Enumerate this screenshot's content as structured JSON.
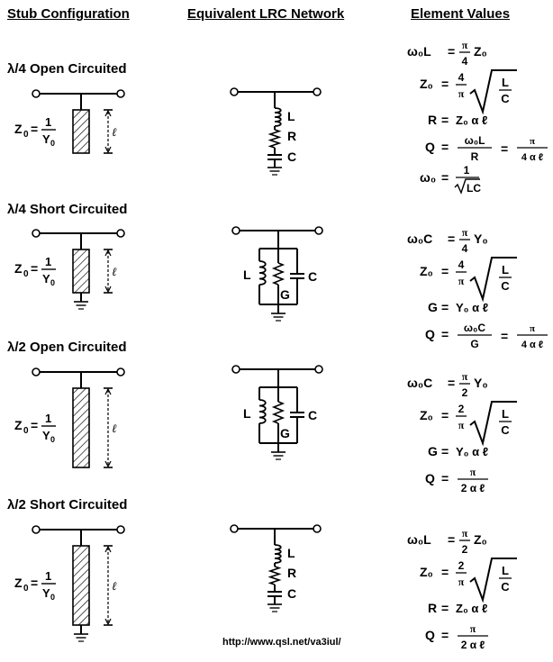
{
  "headers": {
    "stub": "Stub Configuration",
    "network": "Equivalent LRC Network",
    "values": "Element Values"
  },
  "sections": [
    {
      "title": "λ/4 Open Circuited",
      "stub_long": false,
      "shorted": false,
      "network": "series"
    },
    {
      "title": "λ/4 Short Circuited",
      "stub_long": false,
      "shorted": true,
      "network": "parallel"
    },
    {
      "title": "λ/2 Open Circuited",
      "stub_long": true,
      "shorted": false,
      "network": "parallel"
    },
    {
      "title": "λ/2 Short Circuited",
      "stub_long": true,
      "shorted": true,
      "network": "series"
    }
  ],
  "labels": {
    "Z0": "Z",
    "sub0": "0",
    "eq": "=",
    "one": "1",
    "Y": "Y",
    "ell": "ℓ",
    "L": "L",
    "R": "R",
    "C": "C",
    "G": "G"
  },
  "formulas": {
    "omega0L": "ω₀L",
    "omega0C": "ω₀C",
    "pi": "π",
    "four": "4",
    "two": "2",
    "Z0": "Z₀",
    "Y0": "Y₀",
    "R": "R",
    "G": "G",
    "Q": "Q",
    "Z0alpha": "Z₀ α ℓ",
    "Y0alpha": "Y₀ α ℓ",
    "fouralpha": "4 α ℓ",
    "twoalpha": "2 α ℓ",
    "omega0": "ω₀",
    "one": "1",
    "LC": "LC",
    "Lfrac": "L",
    "Cfrac": "C",
    "Zcut": "Zᵒ"
  },
  "url": "http://www.qsl.net/va3iul/"
}
